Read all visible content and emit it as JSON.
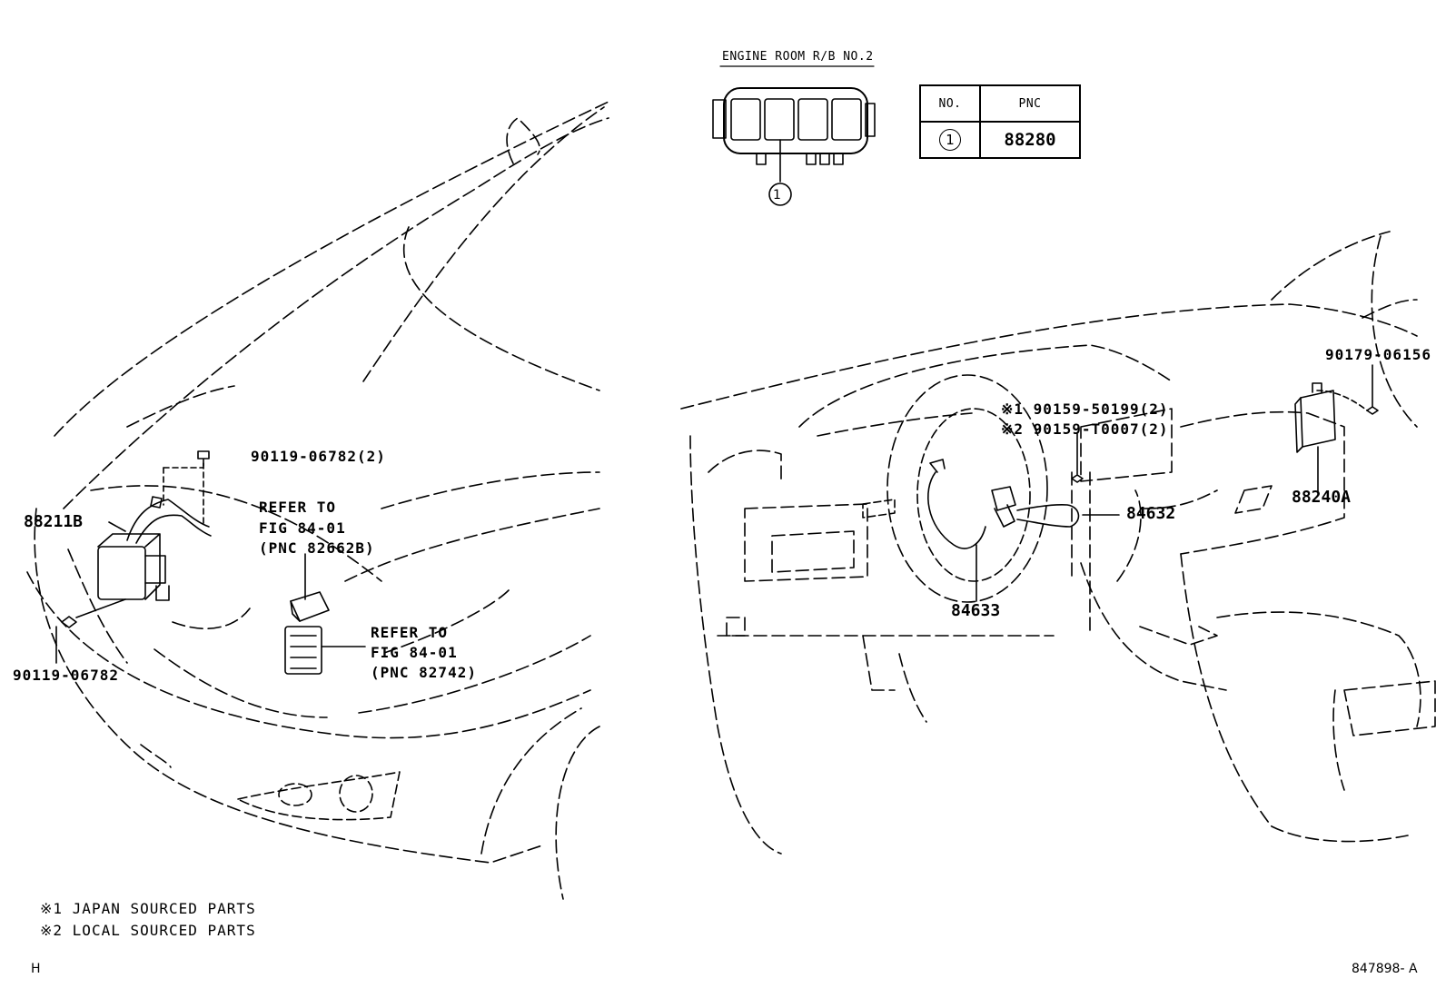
{
  "relay_block": {
    "title": "ENGINE ROOM R/B NO.2",
    "position_marker": "1"
  },
  "pnc_table": {
    "headers": [
      "NO.",
      "PNC"
    ],
    "rows": [
      {
        "no": "1",
        "pnc": "88280"
      }
    ]
  },
  "callouts": {
    "bolt_top": "90119-06782(2)",
    "part_88211b": "88211B",
    "bolt_bottom": "90119-06782",
    "refer_1": [
      "REFER TO",
      "FIG 84-01",
      "(PNC 82662B)"
    ],
    "refer_2": [
      "REFER TO",
      "FIG 84-01",
      "(PNC 82742)"
    ],
    "screw_jp": "※1 90159-50199(2)",
    "screw_local": "※2 90159-T0007(2)",
    "part_84632": "84632",
    "part_84633": "84633",
    "nut": "90179-06156",
    "part_88240a": "88240A"
  },
  "notes": [
    "※1 JAPAN SOURCED PARTS",
    "※2 LOCAL SOURCED PARTS"
  ],
  "corner_code": "H",
  "figure_id": "847898- A"
}
